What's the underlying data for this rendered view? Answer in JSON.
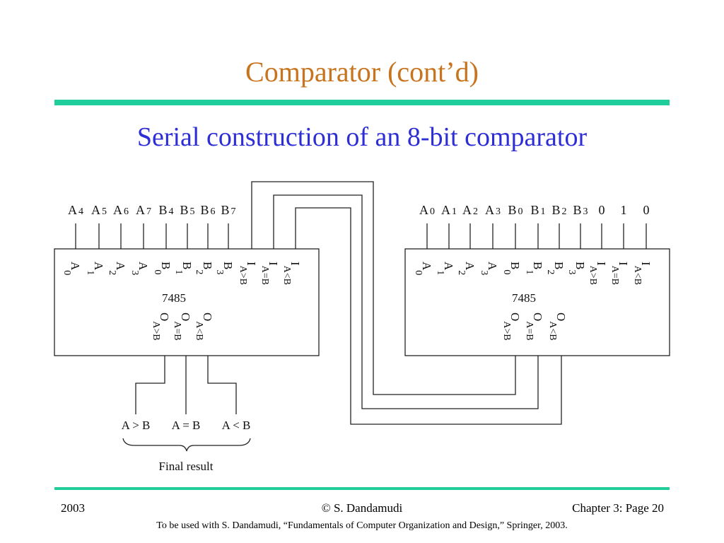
{
  "slide": {
    "title": "Comparator (cont’d)",
    "subtitle": "Serial construction of an 8-bit comparator"
  },
  "diagram": {
    "left_chip": {
      "name": "7485",
      "input_labels": [
        {
          "base": "A",
          "sub": "4"
        },
        {
          "base": "A",
          "sub": "5"
        },
        {
          "base": "A",
          "sub": "6"
        },
        {
          "base": "A",
          "sub": "7"
        },
        {
          "base": "B",
          "sub": "4"
        },
        {
          "base": "B",
          "sub": "5"
        },
        {
          "base": "B",
          "sub": "6"
        },
        {
          "base": "B",
          "sub": "7"
        }
      ],
      "pins": [
        {
          "base": "A",
          "sub": "0"
        },
        {
          "base": "A",
          "sub": "1"
        },
        {
          "base": "A",
          "sub": "2"
        },
        {
          "base": "A",
          "sub": "3"
        },
        {
          "base": "B",
          "sub": "0"
        },
        {
          "base": "B",
          "sub": "1"
        },
        {
          "base": "B",
          "sub": "2"
        },
        {
          "base": "B",
          "sub": "3"
        },
        {
          "base": "I",
          "sub": "A>B"
        },
        {
          "base": "I",
          "sub": "A=B"
        },
        {
          "base": "I",
          "sub": "A<B"
        }
      ],
      "outputs": [
        {
          "base": "O",
          "sub": "A>B"
        },
        {
          "base": "O",
          "sub": "A=B"
        },
        {
          "base": "O",
          "sub": "A<B"
        }
      ]
    },
    "right_chip": {
      "name": "7485",
      "input_labels": [
        {
          "base": "A",
          "sub": "0"
        },
        {
          "base": "A",
          "sub": "1"
        },
        {
          "base": "A",
          "sub": "2"
        },
        {
          "base": "A",
          "sub": "3"
        },
        {
          "base": "B",
          "sub": "0"
        },
        {
          "base": "B",
          "sub": "1"
        },
        {
          "base": "B",
          "sub": "2"
        },
        {
          "base": "B",
          "sub": "3"
        },
        {
          "base": "0",
          "sub": ""
        },
        {
          "base": "1",
          "sub": ""
        },
        {
          "base": "0",
          "sub": ""
        }
      ],
      "pins": [
        {
          "base": "A",
          "sub": "0"
        },
        {
          "base": "A",
          "sub": "1"
        },
        {
          "base": "A",
          "sub": "2"
        },
        {
          "base": "A",
          "sub": "3"
        },
        {
          "base": "B",
          "sub": "0"
        },
        {
          "base": "B",
          "sub": "1"
        },
        {
          "base": "B",
          "sub": "2"
        },
        {
          "base": "B",
          "sub": "3"
        },
        {
          "base": "I",
          "sub": "A>B"
        },
        {
          "base": "I",
          "sub": "A=B"
        },
        {
          "base": "I",
          "sub": "A<B"
        }
      ],
      "outputs": [
        {
          "base": "O",
          "sub": "A>B"
        },
        {
          "base": "O",
          "sub": "A=B"
        },
        {
          "base": "O",
          "sub": "A<B"
        }
      ]
    },
    "result_labels": [
      "A > B",
      "A = B",
      "A < B"
    ],
    "result_caption": "Final result"
  },
  "footer": {
    "year": "2003",
    "author": "© S. Dandamudi",
    "page": "Chapter 3: Page 20",
    "note": "To be used with S. Dandamudi, “Fundamentals of Computer Organization and Design,” Springer, 2003."
  }
}
